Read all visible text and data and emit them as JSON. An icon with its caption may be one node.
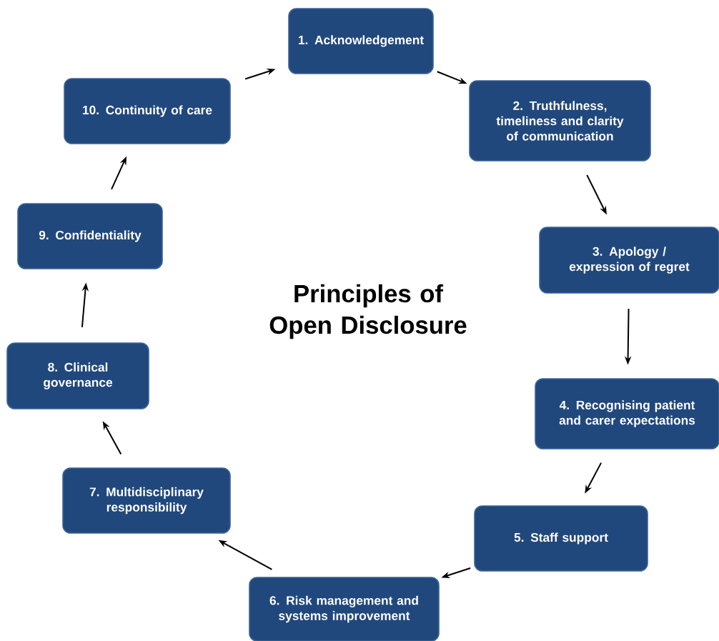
{
  "diagram": {
    "title": "Principles of Open Disclosure",
    "nodes": [
      {
        "text": [
          "1. Acknowledgement"
        ]
      },
      {
        "text": [
          "2. Truthfulness, timeliness and clarity of communication"
        ]
      },
      {
        "text": [
          "3. Apology / expression of regret"
        ]
      },
      {
        "text": [
          "4. Recognising patient and carer expectations"
        ]
      },
      {
        "text": [
          "5. Staff support"
        ]
      },
      {
        "text": [
          "6. Risk management and systems improvement"
        ]
      },
      {
        "text": [
          "7. Multidisciplinary responsibility"
        ]
      },
      {
        "text": [
          "8. Clinical governance"
        ]
      },
      {
        "text": [
          "9. Confidentiality"
        ]
      },
      {
        "text": [
          "10. Continuity of care"
        ]
      }
    ],
    "edges": [
      {
        "from": 0,
        "to": 1,
        "arrow": "to"
      },
      {
        "from": 1,
        "to": 2,
        "arrow": "to"
      },
      {
        "from": 2,
        "to": 3,
        "arrow": "to"
      },
      {
        "from": 3,
        "to": 4,
        "arrow": "to"
      },
      {
        "from": 4,
        "to": 5,
        "arrow": "to"
      },
      {
        "from": 5,
        "to": 6,
        "arrow": "to"
      },
      {
        "from": 6,
        "to": 7,
        "arrow": "to"
      },
      {
        "from": 7,
        "to": 8,
        "arrow": "to"
      },
      {
        "from": 8,
        "to": 9,
        "arrow": "to"
      },
      {
        "from": 9,
        "to": 0,
        "arrow": "to"
      }
    ]
  }
}
